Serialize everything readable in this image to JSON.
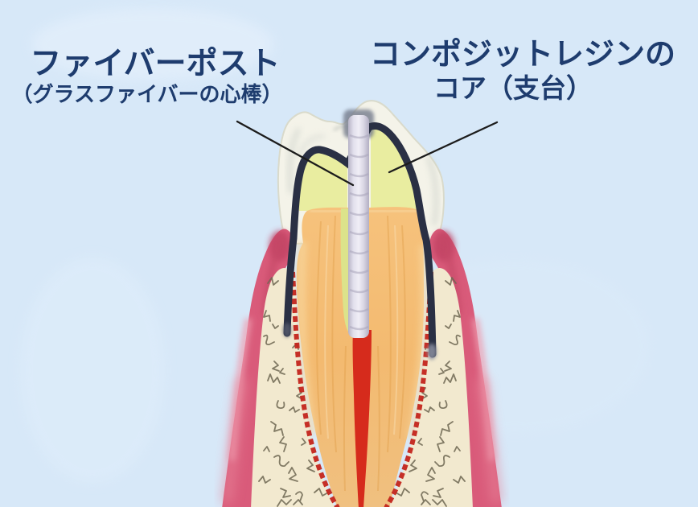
{
  "background_color": "#d7e8f8",
  "labels": {
    "fiber_post": {
      "title": "ファイバーポスト",
      "subtitle": "（グラスファイバーの心棒）"
    },
    "resin_core": {
      "title": "コンポジットレジンの",
      "subtitle": "コア（支台）"
    }
  },
  "colors": {
    "label_text": "#1e3c6e",
    "leader_line": "#1c1c1c",
    "crown_shell": "#f4f3e9",
    "crown_margin_outline": "#2a3044",
    "composite_resin_core": "#e9eda0",
    "fiber_post": "#d4d1e0",
    "resin_cement": "#dce38b",
    "dentin": "#f3ba70",
    "root_canal_filling": "#d62b1c",
    "periodontal_ligament": "#c3251c",
    "gingiva": "#d95b7a",
    "alveolar_bone": "#f2e9cf",
    "bone_texture": "#6e6752"
  }
}
